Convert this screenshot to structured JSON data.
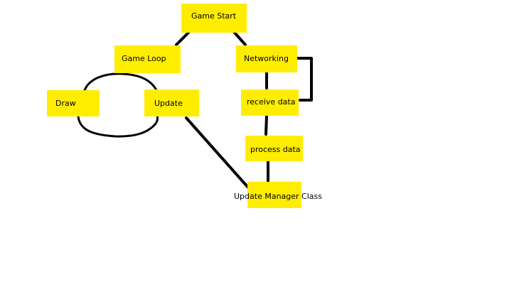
{
  "diagram": {
    "colors": {
      "box_fill": "#ffed00",
      "line": "#000000",
      "background": "#ffffff"
    },
    "nodes": [
      {
        "id": "game-start",
        "label": "Game Start"
      },
      {
        "id": "game-loop",
        "label": "Game Loop"
      },
      {
        "id": "networking",
        "label": "Networking"
      },
      {
        "id": "draw",
        "label": "Draw"
      },
      {
        "id": "update",
        "label": "Update"
      },
      {
        "id": "receive-data",
        "label": "receive data"
      },
      {
        "id": "process-data",
        "label": "process data"
      },
      {
        "id": "update-manager",
        "label": "Update Manager Class"
      }
    ],
    "edges": [
      {
        "from": "game-start",
        "to": "game-loop"
      },
      {
        "from": "game-start",
        "to": "networking"
      },
      {
        "from": "networking",
        "to": "receive-data"
      },
      {
        "from": "receive-data",
        "to": "networking",
        "style": "loop-back"
      },
      {
        "from": "receive-data",
        "to": "process-data"
      },
      {
        "from": "process-data",
        "to": "update-manager"
      },
      {
        "from": "update",
        "to": "update-manager"
      },
      {
        "from": "draw",
        "to": "update",
        "style": "cycle"
      }
    ]
  }
}
